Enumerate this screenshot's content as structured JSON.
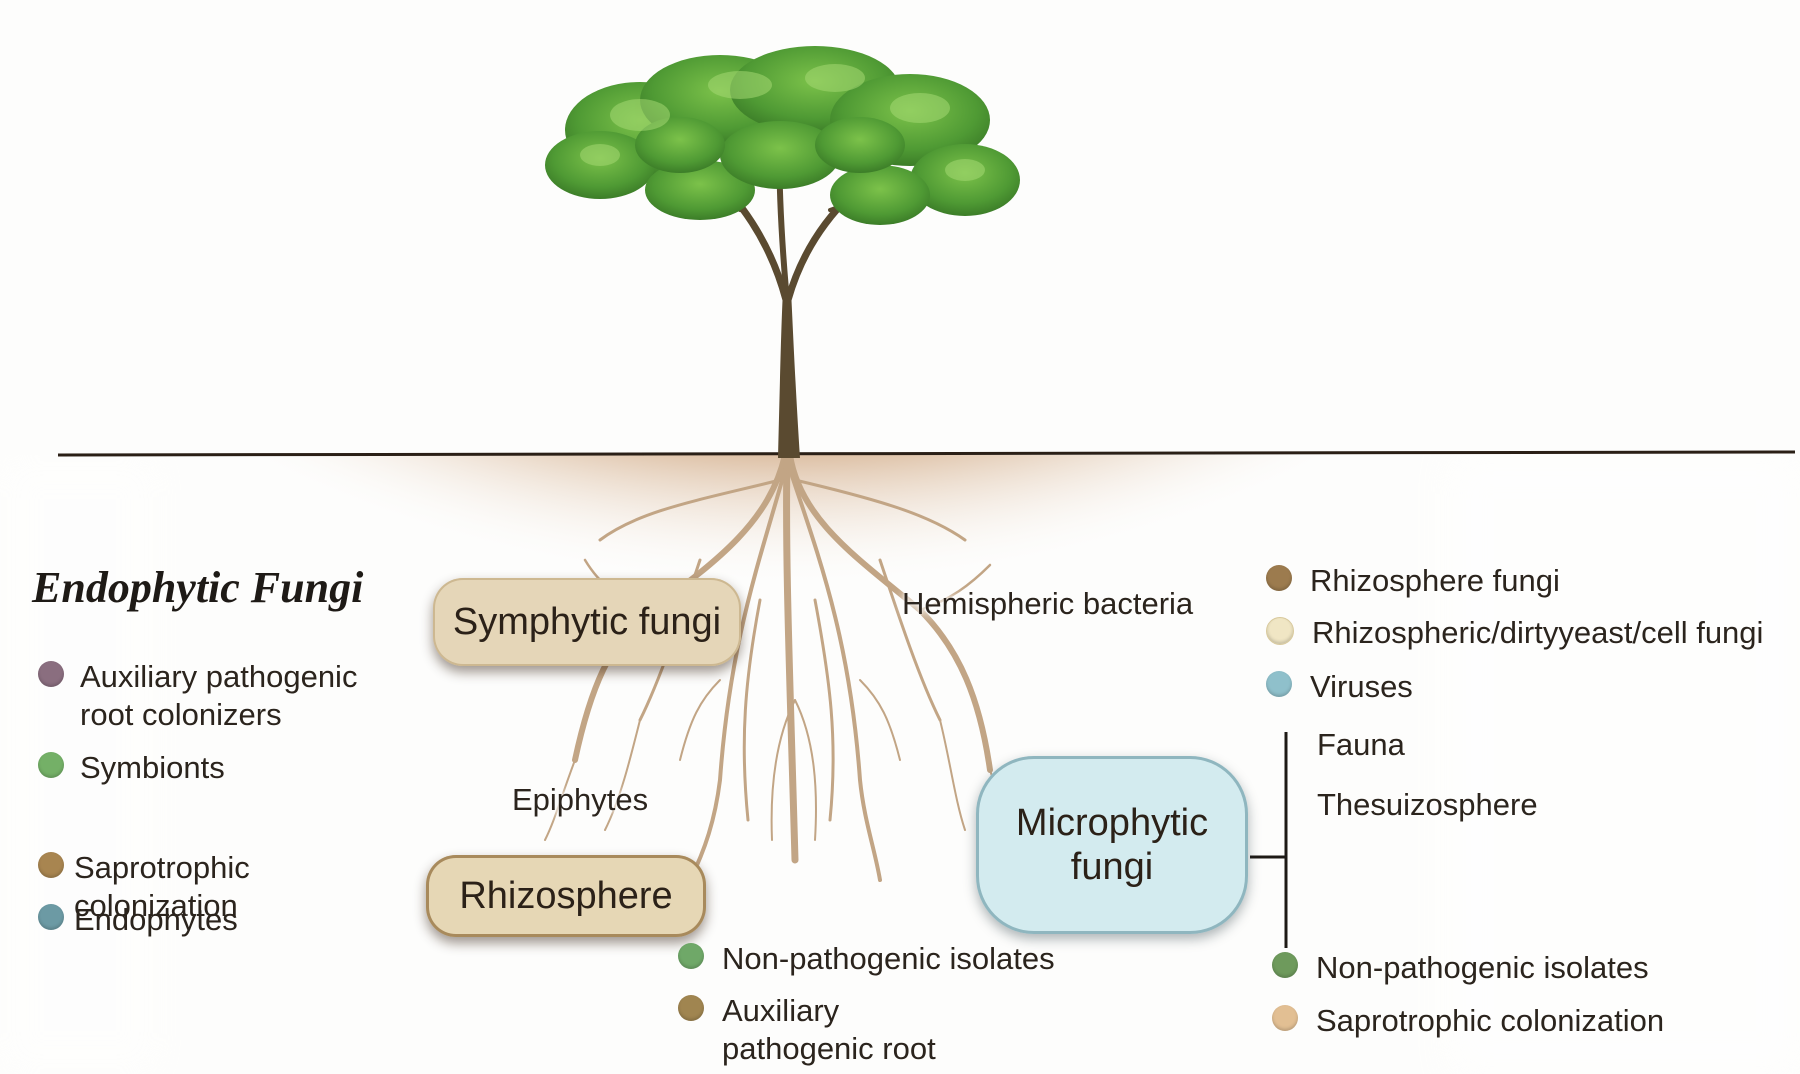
{
  "title": "Endophytic Fungi",
  "colors": {
    "soil_dark": "#4a240b",
    "soil_mid": "#8a4a1c",
    "leaf": "#5fa83a",
    "trunk": "#5a4a30",
    "symphytic_pill": "#e5d6b8",
    "microphytic_pill": "#d3ebef"
  },
  "left_list": [
    {
      "text": "Auxiliary pathogenic root colonizers",
      "color": "#8a6e7f",
      "icon": "dot"
    },
    {
      "text": "Symbionts",
      "color": "#74b067",
      "icon": "dot"
    },
    {
      "text": "Saprotrophic colonization",
      "color": "#a88550",
      "icon": "dot"
    },
    {
      "text": "Endophytes",
      "color": "#6c9aa4",
      "icon": "dot"
    }
  ],
  "pills": {
    "symphytic": "Symphytic fungi",
    "rhizosphere": "Rhizosphere",
    "microphytic": "Microphytic fungi"
  },
  "labels": {
    "epiphytes": "Epiphytes",
    "hemispheric": "Hemispheric bacteria"
  },
  "right_top_list": [
    {
      "text": "Rhizosphere fungi",
      "color": "#9c7b4e",
      "icon": "dot"
    },
    {
      "text": "Rhizospheric/dirtyyeast/cell fungi",
      "color": "#f0e6c4",
      "icon": "dot"
    },
    {
      "text": "Viruses",
      "color": "#8fc0cb",
      "icon": "dot"
    }
  ],
  "bracket_labels": [
    "Fauna",
    "Thesuizosphere"
  ],
  "right_bottom_list": [
    {
      "text": "Non-pathogenic isolates",
      "color": "#6e9a5c",
      "icon": "dot"
    },
    {
      "text": "Saprotrophic colonization",
      "color": "#e2bf93",
      "icon": "dot"
    }
  ],
  "center_bottom_list": [
    {
      "text": "Non-pathogenic isolates",
      "color": "#6fa868",
      "icon": "dot"
    },
    {
      "text": "Auxiliary pathogenic root colonizers",
      "color": "#a08550",
      "icon": "dot"
    }
  ]
}
